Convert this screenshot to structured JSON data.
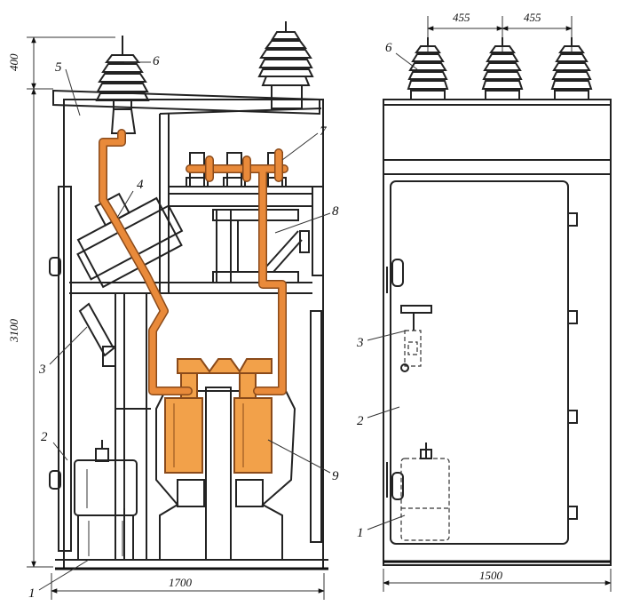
{
  "colors": {
    "bus": "#e98a3a",
    "ink": "#222222",
    "paper": "#ffffff"
  },
  "left_view": {
    "dims": {
      "height_top": "400",
      "height_total": "3100",
      "width": "1700"
    },
    "labels": {
      "l1": "1",
      "l2": "2",
      "l3": "3",
      "l4": "4",
      "l5": "5",
      "l6": "6",
      "l7": "7",
      "l8": "8",
      "l9": "9"
    }
  },
  "right_view": {
    "dims": {
      "spacing_a": "455",
      "spacing_b": "455",
      "width": "1500"
    },
    "labels": {
      "l1": "1",
      "l2": "2",
      "l3": "3",
      "l6": "6"
    }
  }
}
